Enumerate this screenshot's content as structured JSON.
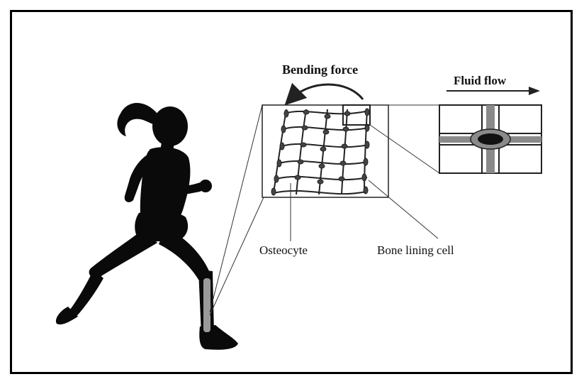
{
  "labels": {
    "bending_force": "Bending force",
    "fluid_flow": "Fluid flow",
    "osteocyte": "Osteocyte",
    "bone_lining_cell": "Bone lining cell"
  },
  "colors": {
    "ink": "#111111",
    "bone_highlight": "#9a9a9a",
    "border": "#000000"
  },
  "icons": {
    "runner": "running-woman-silhouette-icon"
  }
}
